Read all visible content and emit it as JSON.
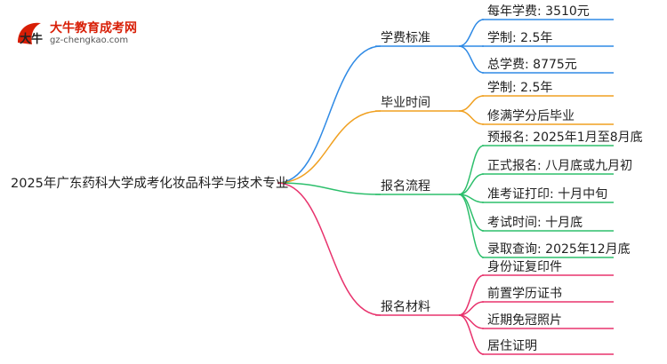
{
  "logo": {
    "title": "大牛教育成考网",
    "url": "gz-chengkao.com",
    "mark_text": "大牛"
  },
  "mindmap": {
    "root": "2025年广东药科大学成考化妆品科学与技术专业",
    "branches": [
      {
        "label": "学费标准",
        "color": "#2f8ae5",
        "children": [
          "每年学费: 3510元",
          "学制: 2.5年",
          "总学费: 8775元"
        ]
      },
      {
        "label": "毕业时间",
        "color": "#f0a020",
        "children": [
          "学制: 2.5年",
          "修满学分后毕业"
        ]
      },
      {
        "label": "报名流程",
        "color": "#2dbf6c",
        "children": [
          "预报名: 2025年1月至8月底",
          "正式报名: 八月底或九月初",
          "准考证打印: 十月中旬",
          "考试时间: 十月底",
          "录取查询: 2025年12月底"
        ]
      },
      {
        "label": "报名材料",
        "color": "#e8336d",
        "children": [
          "身份证复印件",
          "前置学历证书",
          "近期免冠照片",
          "居住证明"
        ]
      }
    ]
  }
}
